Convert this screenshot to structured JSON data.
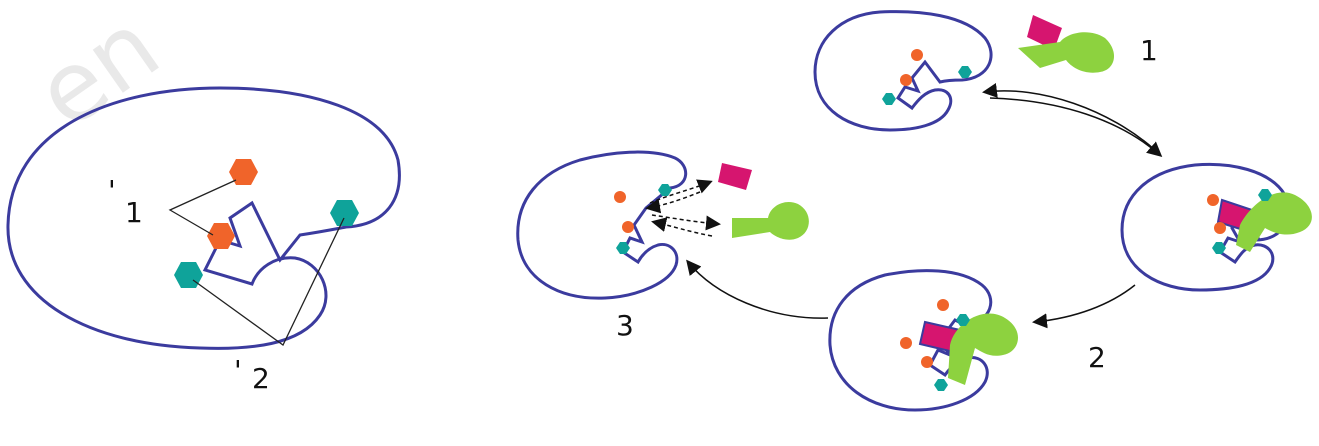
{
  "watermark": "en",
  "labels": {
    "left_1": "1",
    "left_1_mark": "'",
    "left_2": "2",
    "left_2_mark": "'",
    "cycle_1": "1",
    "cycle_2": "2",
    "cycle_3": "3"
  },
  "colors": {
    "outline": "#3b3b9e",
    "orange": "#f0642a",
    "teal": "#0fa39a",
    "magenta": "#d6156f",
    "green": "#8dd23f"
  }
}
